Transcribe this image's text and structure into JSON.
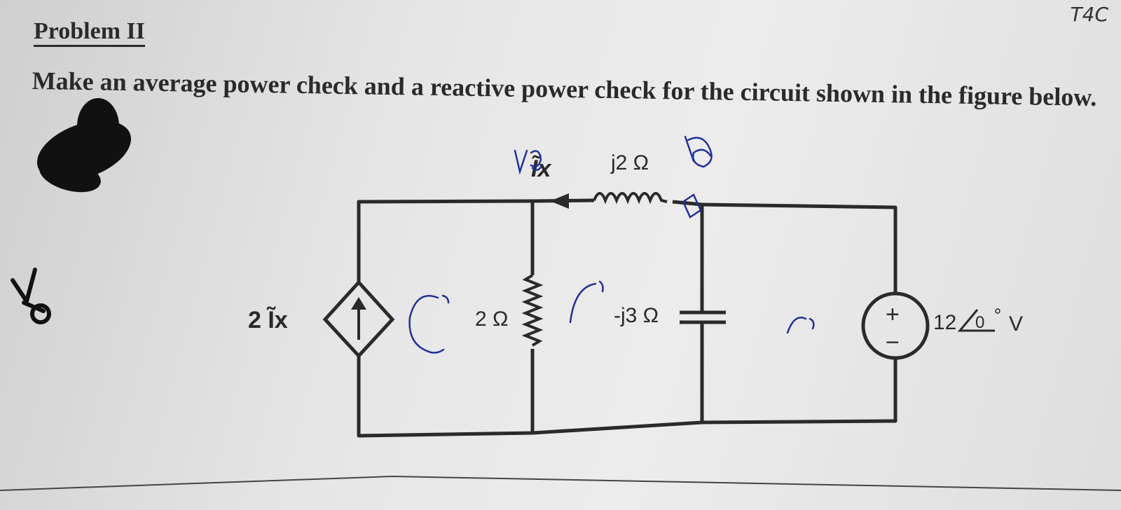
{
  "header": {
    "title": "Problem II",
    "corner_note": "T4C"
  },
  "problem": {
    "text": "Make an average power check and a reactive power check for the circuit shown in the figure below."
  },
  "circuit": {
    "dependent_source_label": "2 Ĩx",
    "current_label": "Ĩx",
    "inductor_label": "j2 Ω",
    "resistor_label": "2 Ω",
    "capacitor_label": "-j3 Ω",
    "source_magnitude": "12",
    "source_angle": "0",
    "source_unit": "V",
    "plus_sign": "+",
    "minus_sign": "−"
  },
  "colors": {
    "ink": "#23309a",
    "wire": "#2a2a2a",
    "redaction": "#111111"
  }
}
